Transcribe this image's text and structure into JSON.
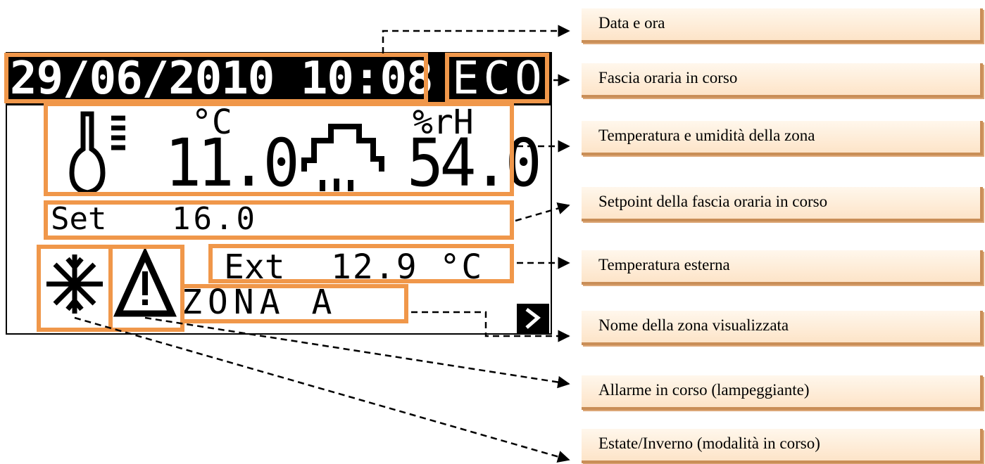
{
  "lcd": {
    "datetime": "29/06/2010 10:08",
    "mode": "ECO",
    "temp_unit": "°C",
    "temperature": "11.0",
    "humidity_unit": "%rH",
    "humidity": "54.0",
    "setpoint_label": "Set",
    "setpoint": "16.0",
    "external_label": "Ext",
    "external_value": "12.9 °C",
    "zone_name": "ZONA A"
  },
  "callouts": [
    "Data e ora",
    "Fascia oraria in corso",
    "Temperatura e umidità della zona",
    "Setpoint della fascia oraria in corso",
    "Temperatura esterna",
    "Nome della zona visualizzata",
    "Allarme in corso (lampeggiante)",
    "Estate/Inverno (modalità in corso)"
  ],
  "colors": {
    "highlight": "#f0974a",
    "callout_top": "#fff7ec",
    "callout_bottom": "#fde4c8",
    "lcd_ink": "#000000"
  },
  "icons": [
    "thermometer-icon",
    "cloud-rain-icon",
    "snowflake-icon",
    "warning-icon",
    "next-arrow-icon"
  ]
}
